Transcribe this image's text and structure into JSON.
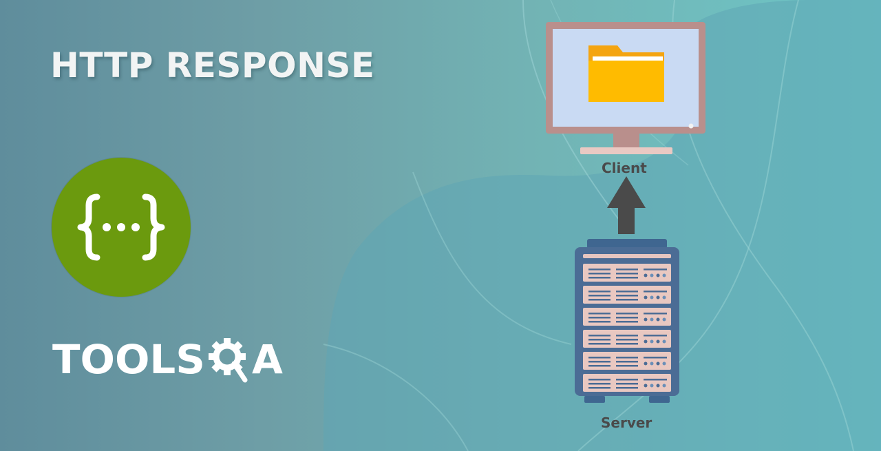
{
  "page": {
    "title": "HTTP RESPONSE"
  },
  "brand": {
    "name": "TOOLSQA",
    "text_part": "TOOLS",
    "letter_a": "A"
  },
  "diagram": {
    "client_label": "Client",
    "server_label": "Server",
    "arrow_direction": "up"
  },
  "icons": {
    "api_logo": "curly-braces-dots-icon",
    "client": "monitor-folder-icon",
    "server": "server-rack-icon",
    "arrow": "arrow-up-icon",
    "gear": "gear-magnifier-icon"
  },
  "colors": {
    "logo_green": "#6b9a0e",
    "arrow": "#4a4a4a",
    "folder": "#ffbb00",
    "monitor_frame": "#b98f8c",
    "server_body": "#4b6c95"
  }
}
